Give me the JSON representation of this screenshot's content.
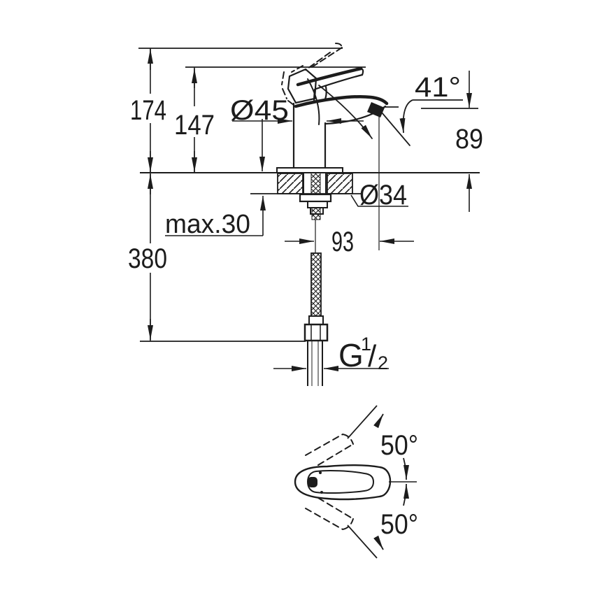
{
  "front_view": {
    "labels": {
      "overall_height": "174",
      "spout_height": "147",
      "body_diameter": "Ø45",
      "spray_angle": "41°",
      "outlet_height": "89",
      "hole_diameter": "Ø34",
      "max_deck_thickness": "max.30",
      "spout_reach": "93",
      "hose_length": "380",
      "thread": {
        "letter": "G",
        "numerator": "1",
        "slash": "/",
        "denominator": "2"
      }
    }
  },
  "top_view": {
    "labels": {
      "swing_upper": "50°",
      "swing_lower": "50°"
    }
  },
  "colors": {
    "ink": "#1c1c1c",
    "paper": "#ffffff"
  }
}
